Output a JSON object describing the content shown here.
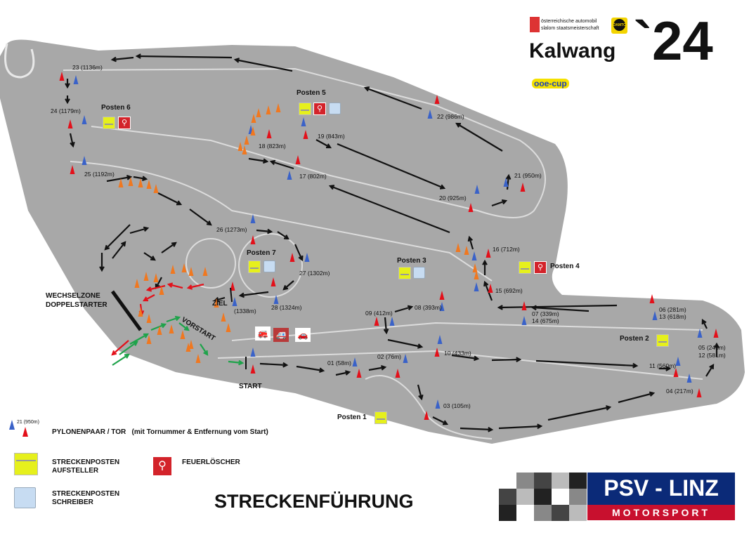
{
  "header": {
    "event": "Kalwang",
    "year": "`24",
    "series_line1": "österreichische automobil",
    "series_line2": "slalom staatsmeisterschaft",
    "cup": "ooe-cup",
    "club_badge": "ÖAMTC"
  },
  "gates": [
    {
      "label": "01 (58m)"
    },
    {
      "label": "02 (76m)"
    },
    {
      "label": "03 (105m)"
    },
    {
      "label": "04 (217m)"
    },
    {
      "label": "05 (245m)"
    },
    {
      "label": "12 (581m)"
    },
    {
      "label": "06 (281m)"
    },
    {
      "label": "13 (618m)"
    },
    {
      "label": "07 (339m)"
    },
    {
      "label": "14 (675m)"
    },
    {
      "label": "08 (393m)"
    },
    {
      "label": "09 (412m)"
    },
    {
      "label": "10 (433m)"
    },
    {
      "label": "11 (560m)"
    },
    {
      "label": "15 (692m)"
    },
    {
      "label": "16 (712m)"
    },
    {
      "label": "17 (802m)"
    },
    {
      "label": "18 (823m)"
    },
    {
      "label": "19 (843m)"
    },
    {
      "label": "20 (925m)"
    },
    {
      "label": "21 (950m)"
    },
    {
      "label": "22 (986m)"
    },
    {
      "label": "23 (1136m)"
    },
    {
      "label": "24 (1179m)"
    },
    {
      "label": "25 (1192m)"
    },
    {
      "label": "26 (1273m)"
    },
    {
      "label": "27 (1302m)"
    },
    {
      "label": "28 (1324m)"
    },
    {
      "label": "(1338m)"
    }
  ],
  "posts": [
    "Posten 1",
    "Posten 2",
    "Posten 3",
    "Posten 4",
    "Posten 5",
    "Posten 6",
    "Posten 7"
  ],
  "zones": {
    "wechsel1": "WECHSELZONE",
    "wechsel2": "DOPPELSTARTER",
    "ziel": "ZIEL",
    "vorstart": "VORSTART",
    "start": "START"
  },
  "legend": {
    "gate_example": "21 (950m)",
    "gate_text": "PYLONENPAAR / TOR   (mit Tornummer & Entfernung vom Start)",
    "aufsteller1": "STRECKENPOSTEN",
    "aufsteller2": "AUFSTELLER",
    "schreiber1": "STRECKENPOSTEN",
    "schreiber2": "SCHREIBER",
    "feuer": "FEUERLÖSCHER"
  },
  "title": "STRECKENFÜHRUNG",
  "sponsor": {
    "name": "PSV - LINZ",
    "sub": "MOTORSPORT"
  },
  "colors": {
    "blue_cone": "#3a62c8",
    "red_cone": "#e3101a",
    "orange_cone": "#f07820",
    "track": "#a9a9a9",
    "psv_blue": "#0b2a78",
    "psv_red": "#c8102e"
  }
}
